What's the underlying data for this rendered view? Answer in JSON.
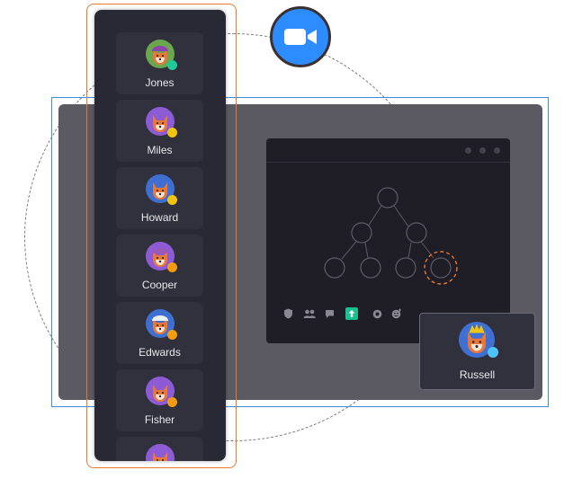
{
  "zoom_logo": {
    "icon": "video-camera-icon",
    "color": "#2d8cff"
  },
  "sidebar": {
    "participants": [
      {
        "name": "Jones",
        "avatar_color": "#6aa84f",
        "hat": "#8e44ad",
        "badge": "gem",
        "badge_color": "#20c997"
      },
      {
        "name": "Miles",
        "avatar_color": "#8e5bd6",
        "hat": "none",
        "badge": "coin",
        "badge_color": "#f1c40f"
      },
      {
        "name": "Howard",
        "avatar_color": "#3f6fd1",
        "hat": "none",
        "badge": "coin",
        "badge_color": "#f1c40f"
      },
      {
        "name": "Cooper",
        "avatar_color": "#8e5bd6",
        "hat": "#9b59b6",
        "badge": "lightning",
        "badge_color": "#f39c12"
      },
      {
        "name": "Edwards",
        "avatar_color": "#3f6fd1",
        "hat": "#ecf0f1",
        "badge": "lightning",
        "badge_color": "#f39c12"
      },
      {
        "name": "Fisher",
        "avatar_color": "#8e5bd6",
        "hat": "none",
        "badge": "lightning",
        "badge_color": "#f39c12"
      },
      {
        "name": "",
        "avatar_color": "#8e5bd6",
        "hat": "none",
        "badge": "none",
        "badge_color": ""
      }
    ]
  },
  "screen_share": {
    "toolbar_icons": [
      "shield-icon",
      "participants-icon",
      "chat-icon",
      "share-screen-icon",
      "record-icon",
      "reactions-icon"
    ],
    "active_color": "#18c08f",
    "highlight_color": "#e9782c"
  },
  "floating_participant": {
    "name": "Russell",
    "badge": "diamond",
    "badge_color": "#4fc3f7",
    "crown_color": "#f1c40f"
  }
}
